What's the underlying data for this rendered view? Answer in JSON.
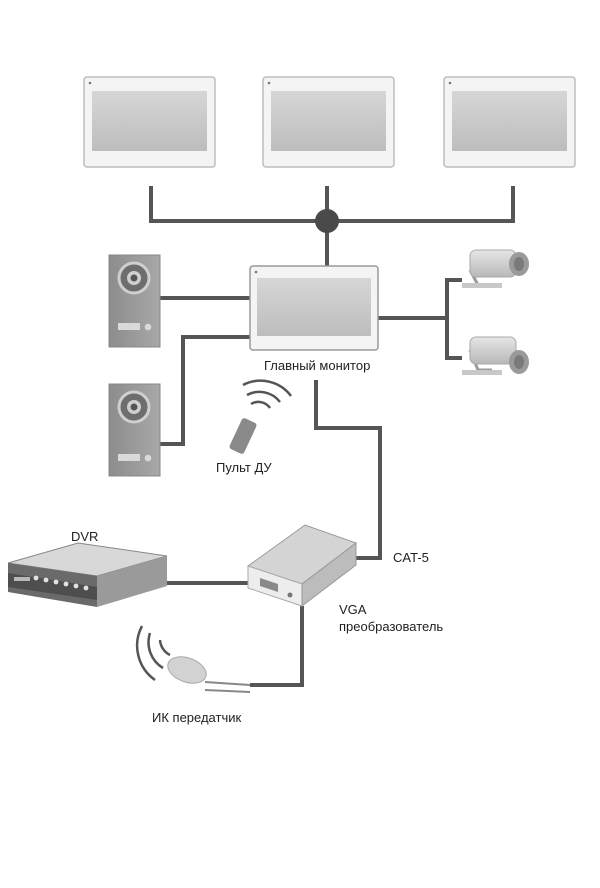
{
  "labels": {
    "main_monitor": "Главный монитор",
    "remote": "Пульт ДУ",
    "dvr": "DVR",
    "cat5": "CAT-5",
    "vga_line1": "VGA",
    "vga_line2": "преобразователь",
    "ir": "ИК передатчик"
  },
  "colors": {
    "wire": "#555555",
    "device_body": "#9a9a9a",
    "screen": "#cfcfcf",
    "frame": "#f2f2f2"
  }
}
